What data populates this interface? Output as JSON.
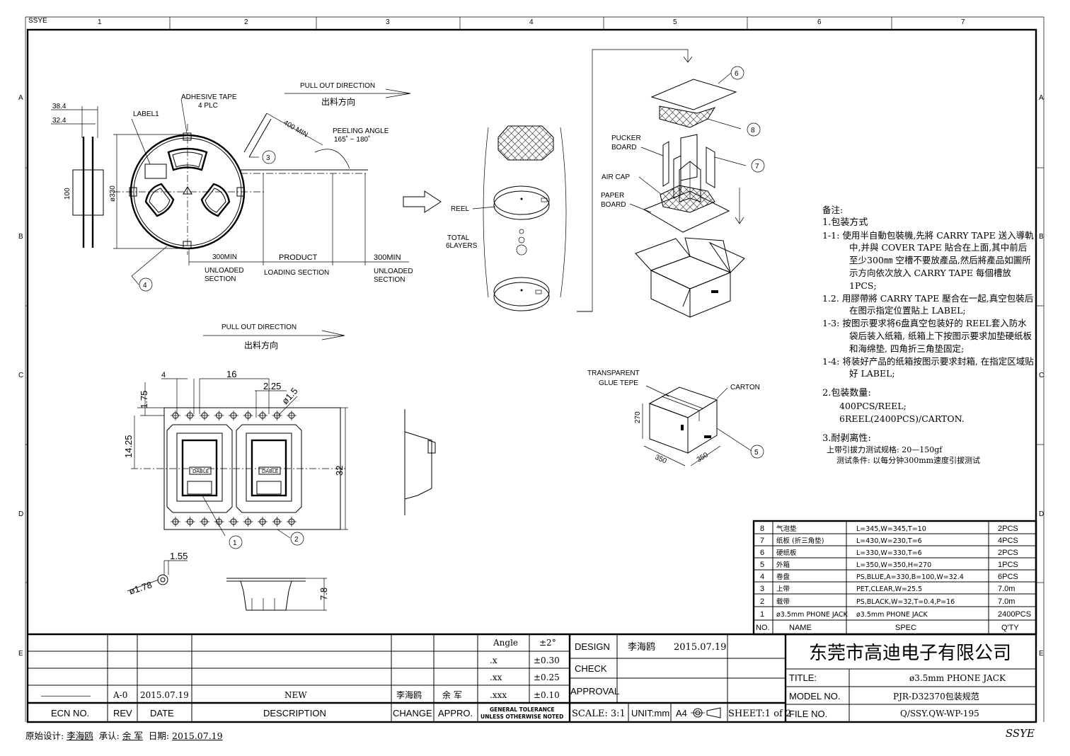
{
  "header_code": "SSYE",
  "grid": {
    "cols": [
      "1",
      "2",
      "3",
      "4",
      "5",
      "6",
      "7"
    ],
    "rows": [
      "A",
      "B",
      "C",
      "D",
      "E"
    ]
  },
  "reel_view": {
    "dim_38": "38.4",
    "dim_32": "32.4",
    "dim_100": "100",
    "dim_330": "ø330",
    "label1": "LABEL1",
    "adhesive": "ADHESIVE TAPE",
    "adhesive_plc": "4 PLC",
    "pull_en": "PULL OUT DIRECTION",
    "pull_cn": "出料方向",
    "min400": "400 MIN",
    "peel_title": "PEELING ANGLE",
    "peel_range": "165˚ ~ 180˚",
    "sec_300a": "300MIN",
    "sec_product": "PRODUCT",
    "sec_300b": "300MIN",
    "unloaded_1": "UNLOADED",
    "section_1": "SECTION",
    "loading": "LOADING SECTION",
    "unloaded_2": "UNLOADED",
    "section_2": "SECTION",
    "b3": "3",
    "b4": "4"
  },
  "stack_view": {
    "reel": "REEL",
    "total": "TOTAL",
    "layers": "6LAYERS"
  },
  "box_view": {
    "pucker1": "PUCKER",
    "pucker2": "BOARD",
    "aircap": "AIR CAP",
    "paper1": "PAPER",
    "paper2": "BOARD",
    "b6": "6",
    "b8": "8",
    "b7": "7"
  },
  "carton_view": {
    "glue1": "TRANSPARENT",
    "glue2": "GLUE TEPE",
    "carton": "CARTON",
    "d270": "270",
    "d350a": "350",
    "d350b": "350",
    "b5": "5"
  },
  "tape_view": {
    "pull_en": "PULL OUT DIRECTION",
    "pull_cn": "出料方向",
    "d4": "4",
    "d16": "16",
    "d225": "2.25",
    "d15": "ø1.5",
    "d175": "1.75",
    "d1425": "14.25",
    "d32": "32",
    "d155": "1.55",
    "d178": "ø1.78",
    "d78": "7.8",
    "b1": "1",
    "b2": "2",
    "chip_label": "DABLE"
  },
  "notes": {
    "title": "备注:",
    "s1": "1.包装方式",
    "n1_1": "1-1: 使用半自動包裝機,先將 CARRY TAPE 送入導軌中,并與 COVER TAPE 貼合在上面,其中前后至少300㎜ 空槽不要放產品,然后將產品如圖所示方向依次放入 CARRY TAPE 每個槽放1PCS;",
    "n1_2": "1.2. 用膠帶將 CARRY TAPE 壓合在一起,真空包裝后在图示指定位置貼上 LABEL;",
    "n1_3": "1-3: 按图示要求将6盘真空包装好的 REEL套入防水袋后装入纸箱, 纸箱上下按图示要求加垫硬纸板和海绵垫, 四角折三角垫固定;",
    "n1_4": "1-4: 将装好产品的纸箱按图示要求封箱, 在指定区域贴好 LABEL;",
    "s2": "2.包装数量:",
    "q1": "400PCS/REEL;",
    "q2": "6REEL(2400PCS)/CARTON.",
    "s3": "3.耐剥离性:",
    "p1": "上带引拔力测试规格: 20—150gf",
    "p2": "测试条件: 以每分钟300mm速度引拔测试"
  },
  "bom": {
    "headers": [
      "NO.",
      "NAME",
      "SPEC",
      "Q'TY"
    ],
    "rows": [
      {
        "no": "8",
        "name": "气泡垫",
        "spec": "L=345,W=345,T=10",
        "qty": "2PCS"
      },
      {
        "no": "7",
        "name": "纸板 (折三角垫)",
        "spec": "L=430,W=230,T=6",
        "qty": "4PCS"
      },
      {
        "no": "6",
        "name": "硬纸板",
        "spec": "L=330,W=330,T=6",
        "qty": "2PCS"
      },
      {
        "no": "5",
        "name": "外箱",
        "spec": "L=350,W=350,H=270",
        "qty": "1PCS"
      },
      {
        "no": "4",
        "name": "卷盘",
        "spec": "PS,BLUE,A=330,B=100,W=32.4",
        "qty": "6PCS"
      },
      {
        "no": "3",
        "name": "上带",
        "spec": "PET,CLEAR,W=25.5",
        "qty": "7.0m"
      },
      {
        "no": "2",
        "name": "载带",
        "spec": "PS,BLACK,W=32,T=0.4,P=16",
        "qty": "7.0m"
      },
      {
        "no": "1",
        "name": "ø3.5mm PHONE JACK",
        "spec": "ø3.5mm PHONE JACK",
        "qty": "2400PCS"
      }
    ]
  },
  "title_block": {
    "rev_row": {
      "ecn": "———————",
      "rev": "A-0",
      "date": "2015.07.19",
      "desc": "NEW",
      "change": "李海鸥",
      "appro": "余 军"
    },
    "rev_headers": {
      "ecn": "ECN NO.",
      "rev": "REV",
      "date": "DATE",
      "desc": "DESCRIPTION",
      "change": "CHANGE",
      "appro": "APPRO."
    },
    "tolerance": {
      "angle": "Angle",
      "angle_v": "±2°",
      "x": ".x",
      "x_v": "±0.30",
      "xx": ".xx",
      "xx_v": "±0.25",
      "xxx": ".xxx",
      "xxx_v": "±0.10",
      "gen1": "GENERAL TOLERANCE",
      "gen2": "UNLESS OTHERWISE NOTED"
    },
    "design": "DESIGN",
    "design_name": "李海鸥",
    "design_date": "2015.07.19",
    "check": "CHECK",
    "approval": "APPROVAL",
    "scale": "SCALE: 3:1",
    "unit": "UNIT:mm",
    "paper": "A4",
    "sheet": "SHEET:1 of 2",
    "company": "东莞市高迪电子有限公司",
    "title_lbl": "TITLE:",
    "title_val": "ø3.5mm PHONE JACK",
    "model_lbl": "MODEL NO.",
    "model_val": "PJR-D32370包装规范",
    "file_lbl": "FILE NO.",
    "file_val": "Q/SSY.QW-WP-195"
  },
  "footer": {
    "orig_lbl": "原始设计:",
    "orig": "李海鸥",
    "appr_lbl": "承认:",
    "appr": "余 军",
    "date_lbl": "日期:",
    "date": "2015.07.19",
    "mark": "SSYE"
  }
}
